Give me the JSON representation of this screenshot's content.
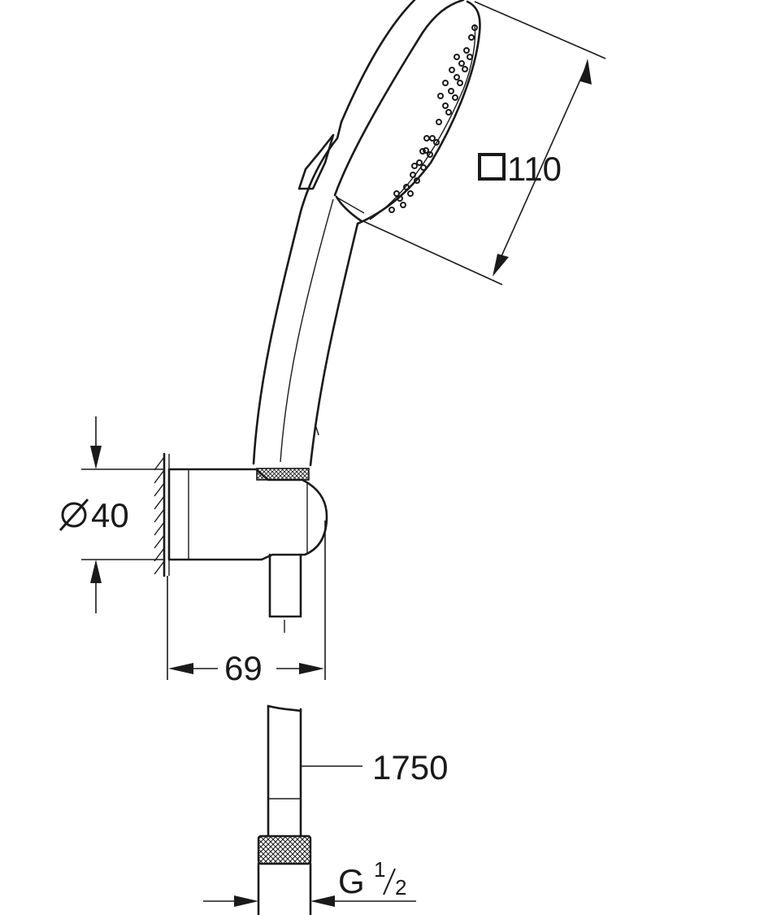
{
  "dimensions": {
    "head_size": "110",
    "holder_diameter": "40",
    "holder_depth": "69",
    "hose_length": "1750",
    "thread_letter": "G",
    "thread_numerator": "1",
    "thread_denominator": "2"
  }
}
